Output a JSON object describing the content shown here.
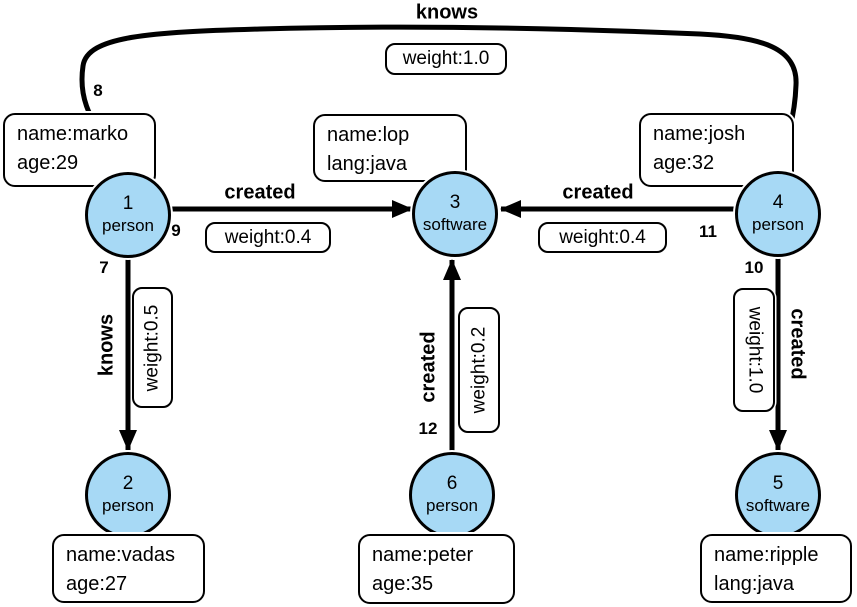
{
  "diagram": {
    "type": "property-graph",
    "colors": {
      "node_fill": "#A7D9F5",
      "node_stroke": "#000000",
      "edge_stroke": "#000000",
      "box_fill": "#FFFFFF",
      "background": "#FFFFFF"
    }
  },
  "nodes": [
    {
      "id": "1",
      "type": "person",
      "properties": [
        "name:marko",
        "age:29"
      ]
    },
    {
      "id": "2",
      "type": "person",
      "properties": [
        "name:vadas",
        "age:27"
      ]
    },
    {
      "id": "3",
      "type": "software",
      "properties": [
        "name:lop",
        "lang:java"
      ]
    },
    {
      "id": "4",
      "type": "person",
      "properties": [
        "name:josh",
        "age:32"
      ]
    },
    {
      "id": "5",
      "type": "software",
      "properties": [
        "name:ripple",
        "lang:java"
      ]
    },
    {
      "id": "6",
      "type": "person",
      "properties": [
        "name:peter",
        "age:35"
      ]
    }
  ],
  "edges": [
    {
      "id": "8",
      "label": "knows",
      "from": "1",
      "to": "4",
      "weight": "weight:1.0"
    },
    {
      "id": "9",
      "label": "created",
      "from": "1",
      "to": "3",
      "weight": "weight:0.4"
    },
    {
      "id": "11",
      "label": "created",
      "from": "4",
      "to": "3",
      "weight": "weight:0.4"
    },
    {
      "id": "7",
      "label": "knows",
      "from": "1",
      "to": "2",
      "weight": "weight:0.5"
    },
    {
      "id": "12",
      "label": "created",
      "from": "6",
      "to": "3",
      "weight": "weight:0.2"
    },
    {
      "id": "10",
      "label": "created",
      "from": "4",
      "to": "5",
      "weight": "weight:1.0"
    }
  ]
}
